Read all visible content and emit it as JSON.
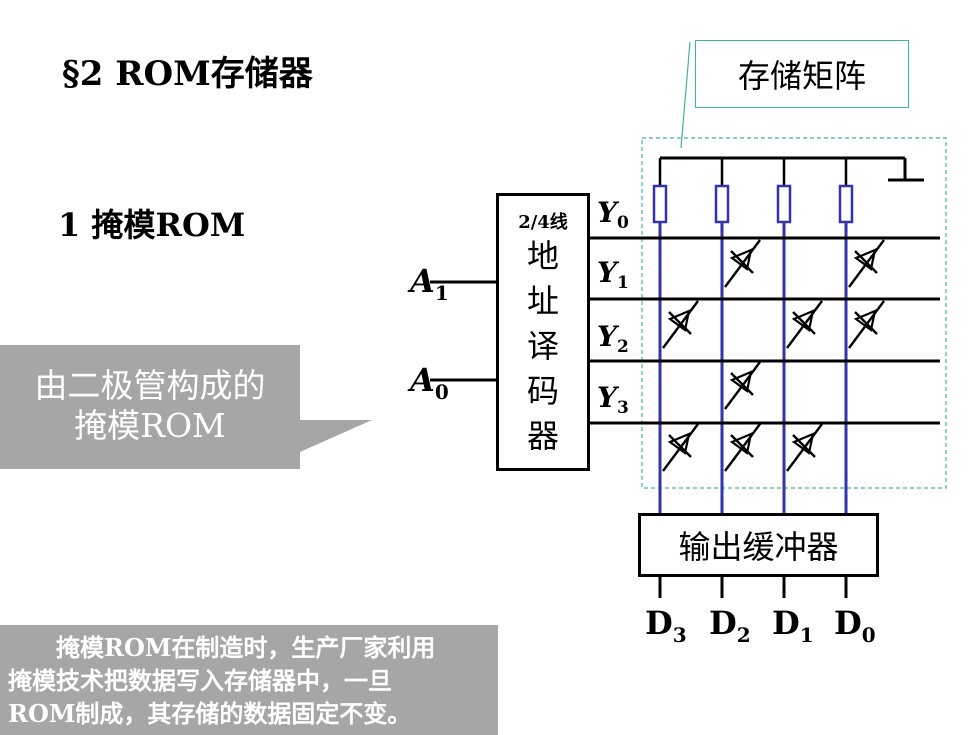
{
  "title": "§2   ROM存储器",
  "subtitle": "1  掩模ROM",
  "matrix_label": "存储矩阵",
  "callout": {
    "line1": "由二极管构成的",
    "line2": "掩模ROM"
  },
  "note": {
    "line1": "　　掩模ROM在制造时，生产厂家利用",
    "line2": "掩模技术把数据写入存储器中，一旦",
    "line3": "ROM制成，其存储的数据固定不变。"
  },
  "decoder": {
    "header": "2/4线",
    "c1": "地",
    "c2": "址",
    "c3": "译",
    "c4": "码",
    "c5": "器"
  },
  "outputs": {
    "y0": "Y",
    "y0_sub": "0",
    "y1": "Y",
    "y1_sub": "1",
    "y2": "Y",
    "y2_sub": "2",
    "y3": "Y",
    "y3_sub": "3"
  },
  "inputs": {
    "a1": "A",
    "a1_sub": "1",
    "a0": "A",
    "a0_sub": "0"
  },
  "buffer_label": "输出缓冲器",
  "data_outputs": {
    "d3": "D",
    "d3_sub": "3",
    "d2": "D",
    "d2_sub": "2",
    "d1": "D",
    "d1_sub": "1",
    "d0": "D",
    "d0_sub": "0"
  },
  "colors": {
    "bit_line": "#3333aa",
    "matrix_border": "#3cb89a",
    "callout_bg": "#a6a6a6"
  }
}
